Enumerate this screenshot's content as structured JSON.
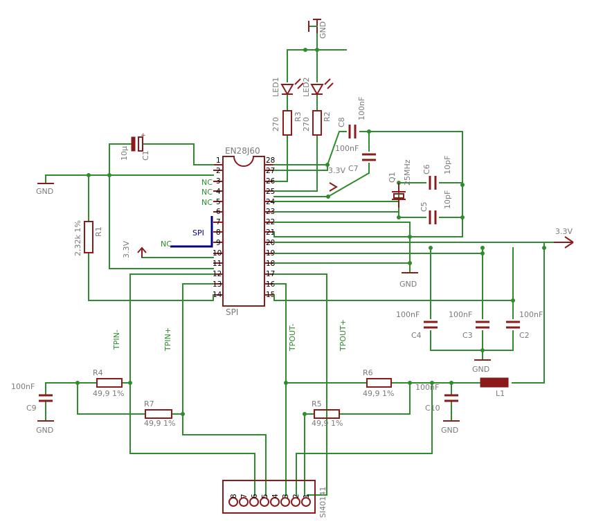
{
  "ic": {
    "name": "EN28J60",
    "bottom_label": "SPI",
    "left_pins": [
      "1",
      "2",
      "3",
      "4",
      "5",
      "6",
      "7",
      "8",
      "9",
      "10",
      "11",
      "12",
      "13",
      "14"
    ],
    "right_pins": [
      "28",
      "27",
      "26",
      "25",
      "24",
      "23",
      "22",
      "21",
      "20",
      "19",
      "18",
      "17",
      "16",
      "15"
    ]
  },
  "nc_labels": [
    "NC",
    "NC",
    "NC"
  ],
  "spi_label": "SPI",
  "nc_spi": "NC",
  "gnd": "GND",
  "vcc": "3.3V",
  "vcc_left": "3.3V",
  "vcc_mid": "3.3V",
  "leds": [
    "LED1",
    "LED2"
  ],
  "resistors": {
    "R1": {
      "name": "R1",
      "value": "2,32k 1%"
    },
    "R2": {
      "name": "R2",
      "value": "270"
    },
    "R3": {
      "name": "R3",
      "value": "270"
    },
    "R4": {
      "name": "R4",
      "value": "49,9 1%"
    },
    "R5": {
      "name": "R5",
      "value": "49,9 1%"
    },
    "R6": {
      "name": "R6",
      "value": "49,9 1%"
    },
    "R7": {
      "name": "R7",
      "value": "49,9 1%"
    }
  },
  "capacitors": {
    "C1": {
      "name": "C1",
      "value": "10µ"
    },
    "C2": {
      "name": "C2",
      "value": "100nF"
    },
    "C3": {
      "name": "C3",
      "value": "100nF"
    },
    "C4": {
      "name": "C4",
      "value": "100nF"
    },
    "C5": {
      "name": "C5",
      "value": "10pF"
    },
    "C6": {
      "name": "C6",
      "value": "10pF"
    },
    "C7": {
      "name": "C7",
      "value": "100nF"
    },
    "C8": {
      "name": "C8",
      "value": "100nF"
    },
    "C9": {
      "name": "C9",
      "value": "100nF"
    },
    "C10": {
      "name": "C10",
      "value": "100nF"
    }
  },
  "crystal": {
    "name": "Q1",
    "value": "25MHz"
  },
  "inductor": {
    "name": "L1"
  },
  "connector": {
    "name": "SI40141",
    "pins": [
      "8",
      "7",
      "6",
      "5",
      "4",
      "3",
      "2",
      "1"
    ]
  },
  "nets": {
    "tpin_minus": "TPIN-",
    "tpin_plus": "TPIN+",
    "tpout_minus": "TPOUT-",
    "tpout_plus": "TPOUT+"
  },
  "colors": {
    "wire": "#2e8b2e",
    "part": "#8b1a1a",
    "text": "#7a7a7a",
    "bus": "#000080"
  }
}
